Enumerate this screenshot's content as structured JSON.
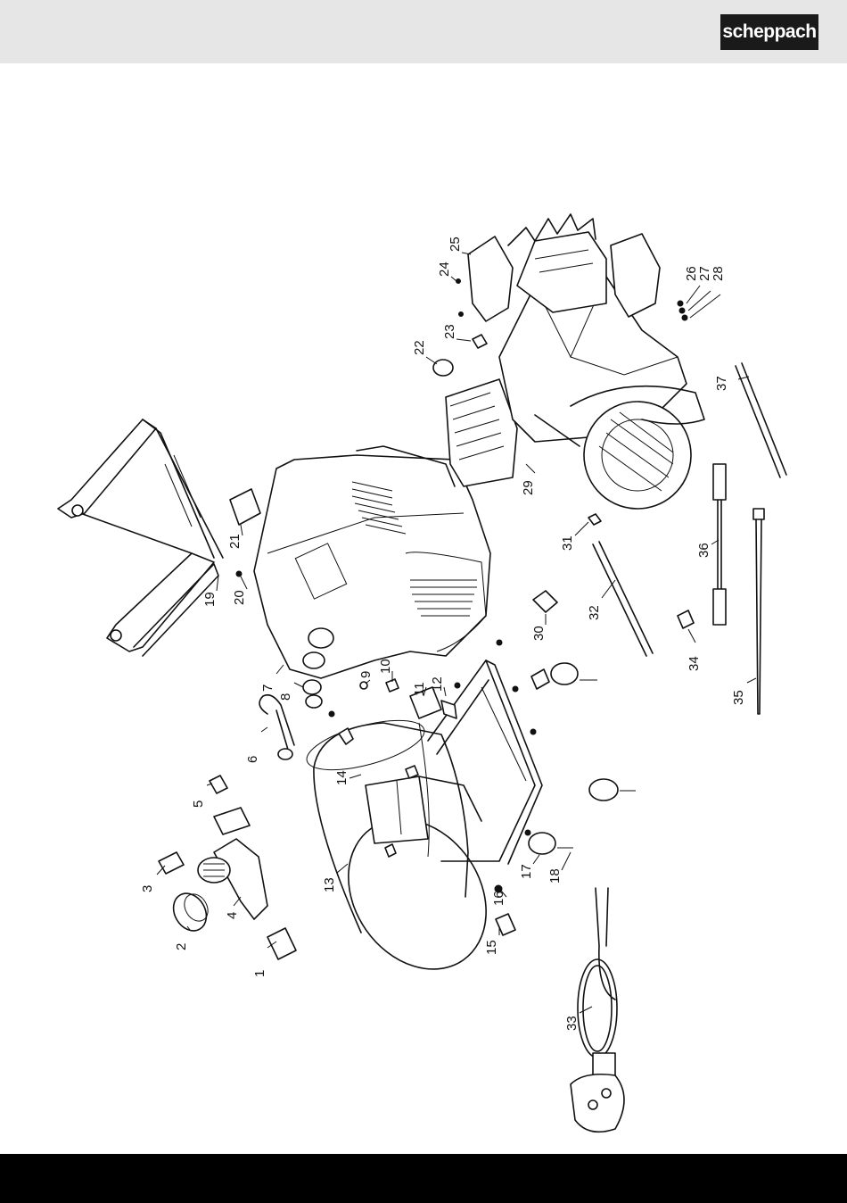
{
  "header": {
    "brand": "scheppach"
  },
  "diagram": {
    "part_labels": [
      "1",
      "2",
      "3",
      "4",
      "5",
      "6",
      "7",
      "8",
      "9",
      "10",
      "11",
      "12",
      "13",
      "14",
      "15",
      "16",
      "17",
      "18",
      "19",
      "20",
      "21",
      "22",
      "23",
      "24",
      "25",
      "26",
      "27",
      "28",
      "29",
      "30",
      "31",
      "32",
      "33",
      "34",
      "35",
      "36",
      "37"
    ]
  },
  "colors": {
    "header_bg": "#e6e6e6",
    "footer_bg": "#000000",
    "logo_bg": "#1a1a1a",
    "line": "#111111"
  }
}
